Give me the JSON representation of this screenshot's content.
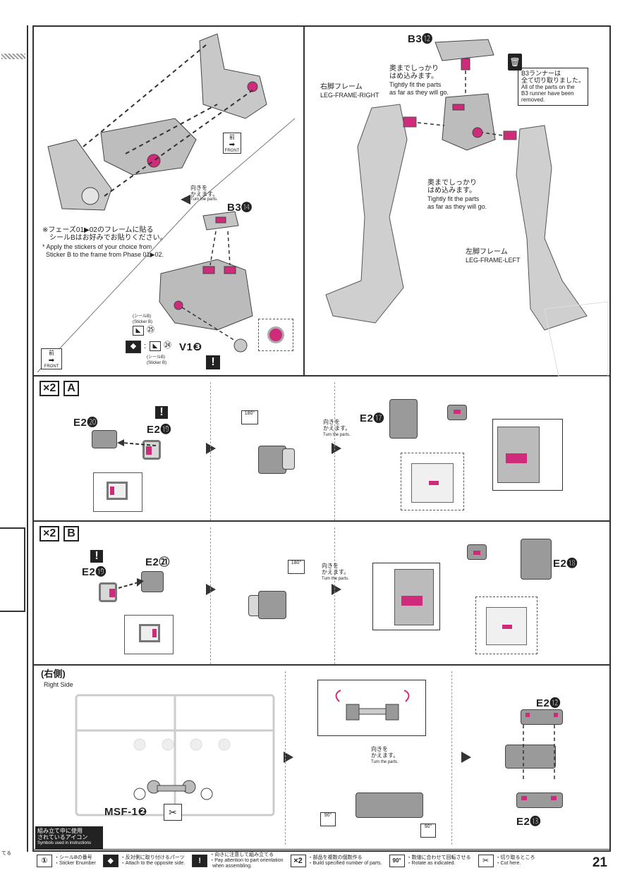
{
  "phase1": {
    "turn_note_jp": "向きを\nかえます。",
    "turn_note_en": "Turn the parts.",
    "front_jp": "前",
    "front_en": "FRONT",
    "part_b3_14": "B3⓮",
    "part_v1_3": "V1❸",
    "sticker_note_jp": "※フェーズ01▶02のフレームに貼る\n　シールBはお好みでお貼りください。",
    "sticker_note_en": "* Apply the stickers of your choice from\n  Sticker B to the frame from Phase 01▶02.",
    "sticker_b_jp": "(シールB)",
    "sticker_b_en": "(Sticker B)",
    "sticker_25": "㉕",
    "sticker_24": "㉔",
    "front_jp_2": "前",
    "front_en_2": "FRONT"
  },
  "phase2": {
    "part_b3_12": "B3⓬",
    "fit_jp": "奥までしっかり\nはめ込みます。",
    "fit_en": "Tightly fit the parts\nas far as they will go.",
    "right_leg_jp": "右脚フレーム",
    "right_leg_en": "LEG-FRAME-RIGHT",
    "runner_jp": "B3ランナーは\n全て切り取りました。",
    "runner_en": "All of the parts on the\nB3 runner have been\nremoved.",
    "fit_jp_2": "奥までしっかり\nはめ込みます。",
    "fit_en_2": "Tightly fit the parts\nas far as they will go.",
    "left_leg_jp": "左脚フレーム",
    "left_leg_en": "LEG-FRAME-LEFT"
  },
  "stepA": {
    "count": "×2",
    "letter": "A",
    "part_e2_20": "E2⓴",
    "part_e2_19": "E2⓳",
    "rotate": "180°",
    "turn_jp": "向きを\nかえます。",
    "turn_en": "Turn the parts.",
    "part_e2_17": "E2⓱"
  },
  "stepB": {
    "count": "×2",
    "letter": "B",
    "part_e2_19": "E2⓳",
    "part_e2_21": "E2㉑",
    "rotate": "180°",
    "turn_jp": "向きを\nかえます。",
    "turn_en": "Turn the parts.",
    "part_e2_18": "E2⓲"
  },
  "stepRight": {
    "title_jp": "(右側)",
    "title_en": "Right Side",
    "part_msf": "MSF-1❷",
    "turn_jp": "向きを\nかえます。",
    "turn_en": "Turn the parts.",
    "rotate_a": "90°",
    "rotate_b": "90°",
    "part_e2_12": "E2⓬",
    "part_e2_13": "E2⓭"
  },
  "icons_used": {
    "jp": "組み立て中に使用\nされているアイコン",
    "en": "Symbols used in instructions"
  },
  "legend": [
    {
      "icon": "①",
      "jp": "・シールBの番号",
      "en": "・Sticker Enumber"
    },
    {
      "icon": "◆",
      "jp": "・反対側に取り付けるパーツ",
      "en": "・Attach to the opposite side."
    },
    {
      "icon": "!",
      "jp": "・向きに注意して組み立てる",
      "en": "・Pay attention to part orientation\n  when assembling."
    },
    {
      "icon": "×2",
      "jp": "・部品を複数の個数作る",
      "en": "・Build specified number of parts."
    },
    {
      "icon": "90°",
      "jp": "・数値に合わせて回転させる",
      "en": "・Rotate as indicated."
    },
    {
      "icon": "✂",
      "jp": "・切り取るところ",
      "en": "・Cut here."
    }
  ],
  "page_number": "21",
  "edge_note": "てる"
}
